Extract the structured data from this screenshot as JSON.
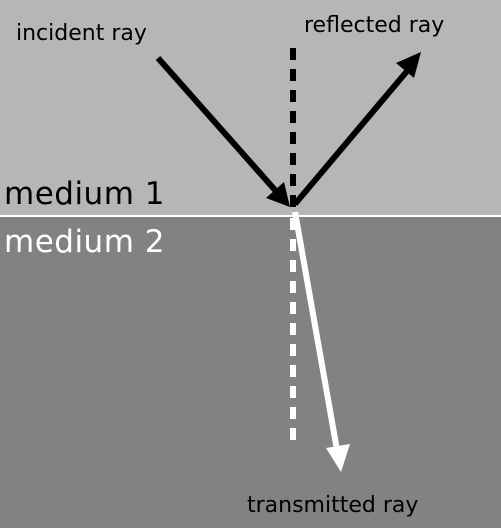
{
  "labels": {
    "incident_ray": "incident ray",
    "reflected_ray": "reflected ray",
    "transmitted_ray": "transmitted ray",
    "medium_1": "medium 1",
    "medium_2": "medium 2"
  },
  "colors": {
    "medium_1": "#b6b6b6",
    "medium_2": "#828282",
    "incident_ray": "#000000",
    "reflected_ray": "#000000",
    "transmitted_ray": "#ffffff",
    "normal_upper": "#000000",
    "normal_lower": "#ffffff",
    "interface_line": "#ffffff",
    "medium_1_label": "#000000",
    "medium_2_label": "#ffffff"
  }
}
